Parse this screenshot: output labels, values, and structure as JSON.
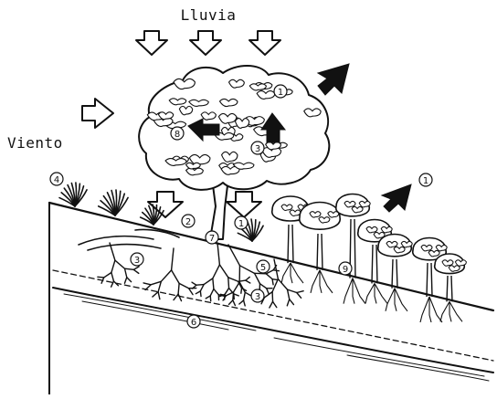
{
  "labels": {
    "rain": "Lluvia",
    "wind": "Viento"
  },
  "markers": {
    "m1_canopy": "1",
    "m1_right": "1",
    "m1_ground": "1",
    "m2": "2",
    "m3_canopy": "3",
    "m3_left": "3",
    "m3_roots": "3",
    "m4": "4",
    "m5": "5",
    "m6": "6",
    "m7": "7",
    "m8": "8",
    "m9": "9"
  },
  "colors": {
    "ink": "#111111",
    "paper": "#ffffff"
  }
}
